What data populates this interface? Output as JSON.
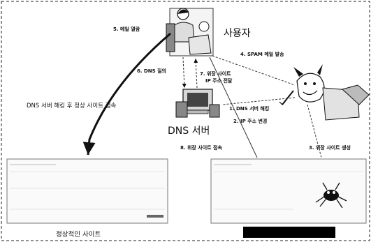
{
  "labels": {
    "user": "사용자",
    "dns_server": "DNS 서버",
    "legit_site": "정상적인 사이트",
    "side_note": "DNS 서버 해킹 후 정상 사이트 접속"
  },
  "steps": {
    "s1": "1. DNS 서버 해킹",
    "s2": "2. IP 주소 변경",
    "s3": "3. 위장 사이트 생성",
    "s4": "4. SPAM 메일 발송",
    "s5": "5. 메일 열람",
    "s6": "6. DNS 질의",
    "s7a": "7. 위장 사이트",
    "s7b": "IP 주소 전달",
    "s8": "8. 위장 사이트 접속"
  },
  "colors": {
    "ink": "#111111",
    "redaction_bar": "#000000"
  },
  "icons": [
    "user-at-computer-icon",
    "dns-server-computer-icon",
    "hacker-devil-icon",
    "bug-creature-icon"
  ]
}
